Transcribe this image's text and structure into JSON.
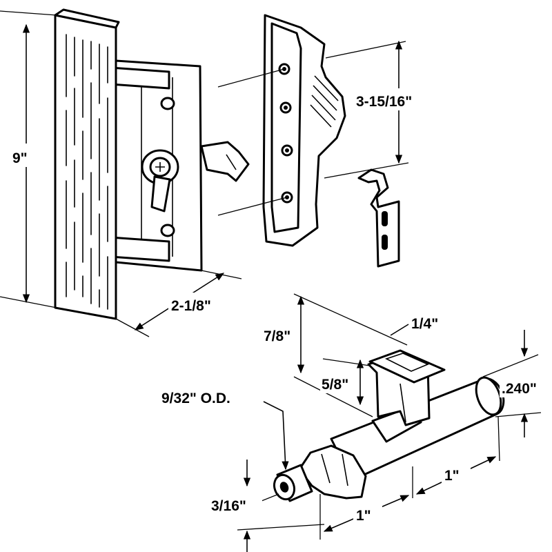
{
  "labels": {
    "handle_height": "9\"",
    "handle_depth": "2-1/8\"",
    "hole_spacing": "3-15/16\"",
    "latch_tab_width": "1/4\"",
    "latch_height": "7/8\"",
    "latch_tab_height": "5/8\"",
    "spindle_od": "9/32\" O.D.",
    "shaft_diameter": ".240\"",
    "segment_a": "1\"",
    "segment_b": "1\"",
    "tip_size": "3/16\""
  }
}
